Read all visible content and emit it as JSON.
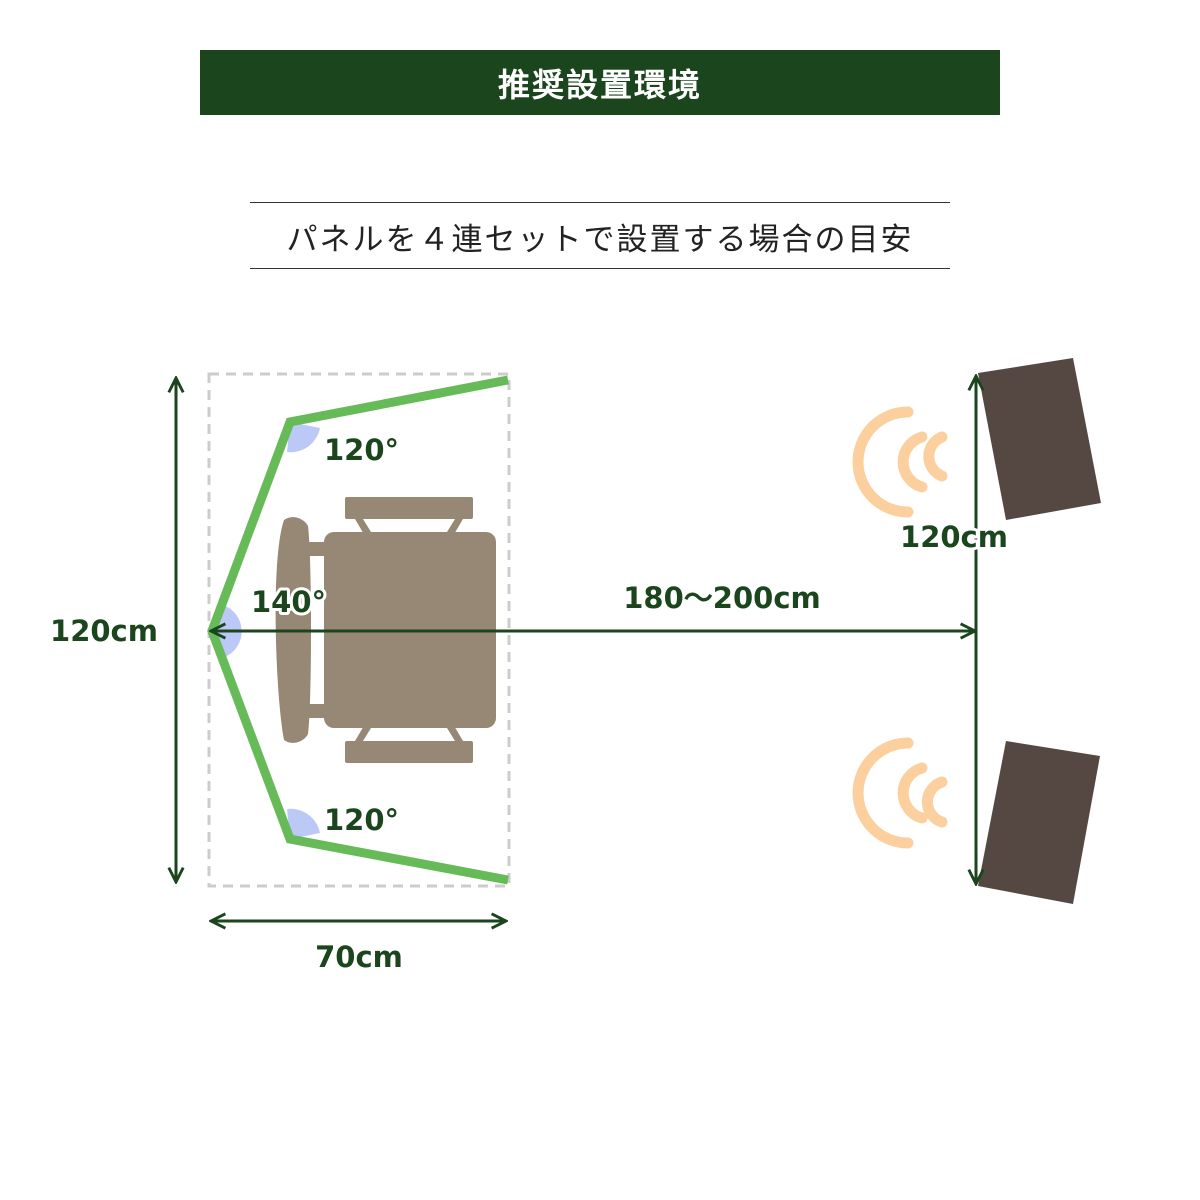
{
  "header": {
    "title": "推奨設置環境"
  },
  "subtitle": "パネルを４連セットで設置する場合の目安",
  "labels": {
    "angle_top": "120°",
    "angle_middle": "140°",
    "angle_bottom": "120°",
    "panel_height": "120cm",
    "panel_depth": "70cm",
    "listening_distance": "180〜200cm",
    "speaker_spacing": "120cm"
  },
  "colors": {
    "brand_green": "#1b451d",
    "panel_green": "#66bb58",
    "angle_marker": "#bcc8f5",
    "chair": "#978775",
    "speaker": "#554843",
    "sound_wave": "#fbcf9e",
    "guide_dash": "#cccccc"
  }
}
